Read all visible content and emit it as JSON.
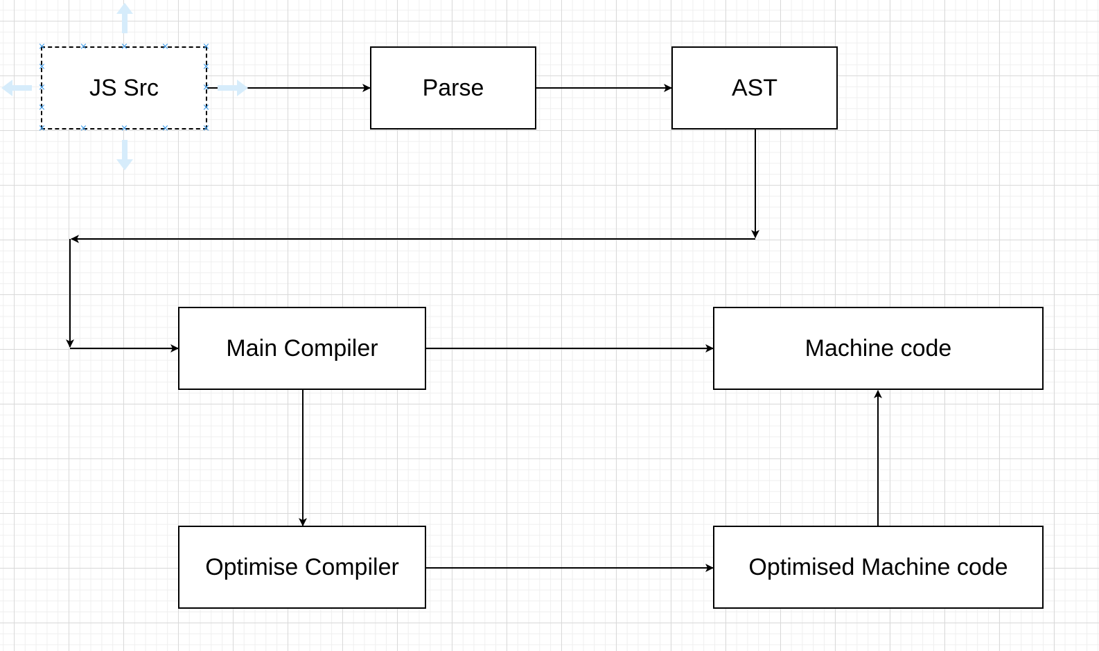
{
  "colors": {
    "stroke": "#000000",
    "selection": "#3d9be9",
    "hover_arrow": "#d6ecfb",
    "grid_major": "#d9d9d9",
    "grid_minor": "#efefef"
  },
  "selected_node": "js_src",
  "hover_arrow_icons": [
    "arrow-up-icon",
    "arrow-down-icon",
    "arrow-left-icon",
    "arrow-right-icon"
  ],
  "nodes": {
    "js_src": {
      "label": "JS Src"
    },
    "parse": {
      "label": "Parse"
    },
    "ast": {
      "label": "AST"
    },
    "main_compiler": {
      "label": "Main Compiler"
    },
    "machine_code": {
      "label": "Machine code"
    },
    "optimise_compiler": {
      "label": "Optimise Compiler"
    },
    "optimised_machine_code": {
      "label": "Optimised Machine code"
    }
  },
  "edges": [
    {
      "from": "js_src",
      "to": "parse"
    },
    {
      "from": "parse",
      "to": "ast"
    },
    {
      "from": "ast",
      "to": "main_compiler"
    },
    {
      "from": "main_compiler",
      "to": "machine_code"
    },
    {
      "from": "main_compiler",
      "to": "optimise_compiler"
    },
    {
      "from": "optimise_compiler",
      "to": "optimised_machine_code"
    },
    {
      "from": "optimised_machine_code",
      "to": "machine_code"
    }
  ]
}
